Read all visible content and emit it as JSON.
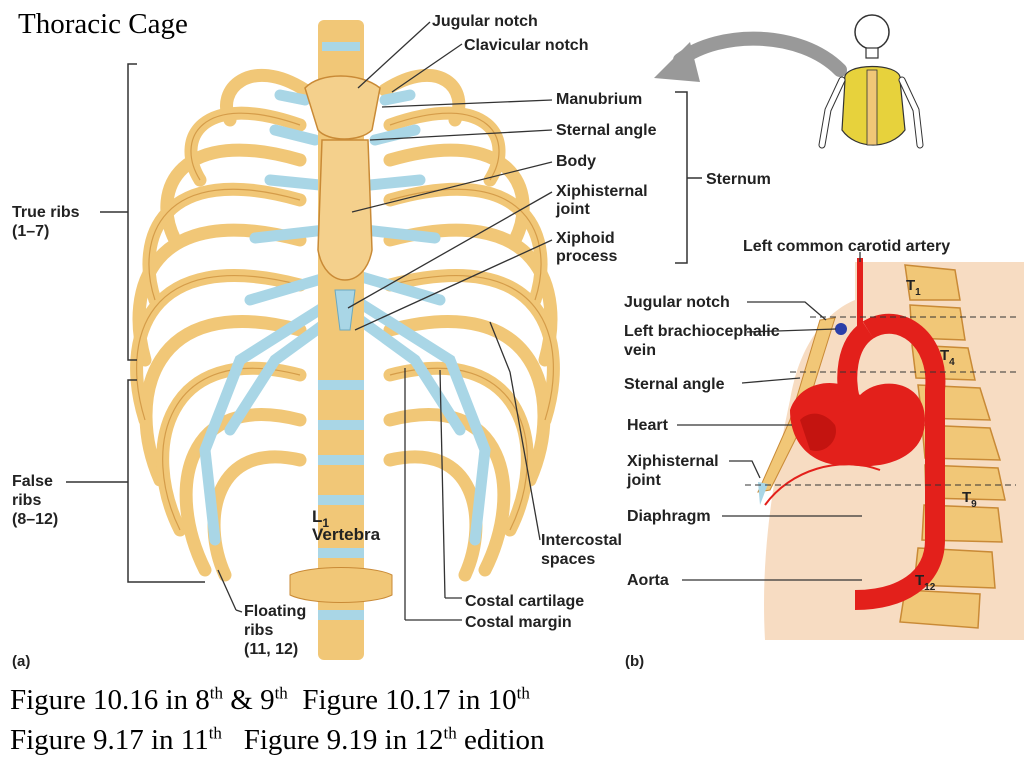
{
  "slide_title": "Thoracic Cage",
  "panel_a": {
    "panel_label": "(a)",
    "labels": {
      "jugular_notch": "Jugular notch",
      "clavicular_notch": "Clavicular notch",
      "manubrium": "Manubrium",
      "sternal_angle": "Sternal angle",
      "body": "Body",
      "xiphisternal_1": "Xiphisternal",
      "xiphisternal_2": "joint",
      "xiphoid_1": "Xiphoid",
      "xiphoid_2": "process",
      "sternum": "Sternum",
      "true_ribs_1": "True ribs",
      "true_ribs_2": "(1–7)",
      "false_ribs_1": "False",
      "false_ribs_2": "ribs",
      "false_ribs_3": "(8–12)",
      "l1_letter": "L",
      "l1_sub": "1",
      "vertebra": "Vertebra",
      "floating_1": "Floating",
      "floating_2": "ribs",
      "floating_3": "(11, 12)",
      "intercostal_1": "Intercostal",
      "intercostal_2": "spaces",
      "costal_cartilage": "Costal cartilage",
      "costal_margin": "Costal margin"
    }
  },
  "panel_b": {
    "panel_label": "(b)",
    "labels": {
      "left_carotid": "Left common carotid artery",
      "jugular_notch": "Jugular notch",
      "brachio_1": "Left brachiocephalic",
      "brachio_2": "vein",
      "sternal_angle": "Sternal angle",
      "heart": "Heart",
      "xiphisternal_1": "Xiphisternal",
      "xiphisternal_2": "joint",
      "diaphragm": "Diaphragm",
      "aorta": "Aorta",
      "t1": "T",
      "t1_sub": "1",
      "t4": "T",
      "t4_sub": "4",
      "t9": "T",
      "t9_sub": "9",
      "t12": "T",
      "t12_sub": "12"
    }
  },
  "caption": {
    "line1": {
      "p1": "Figure 10.16 in 8",
      "s1": "th",
      "p2": " & 9",
      "s2": "th",
      "p3": "  Figure 10.17 in 10",
      "s3": "th"
    },
    "line2": {
      "p1": "Figure 9.17 in 11",
      "s1": "th",
      "p2": "   Figure 9.19 in 12",
      "s2": "th",
      "p3": " edition"
    }
  },
  "colors": {
    "bone": "#f1c777",
    "bone_edge": "#c98a36",
    "cartilage": "#a9d6e6",
    "artery": "#e3201b",
    "skin": "#f7dcc2",
    "vein": "#2b3fa8"
  }
}
